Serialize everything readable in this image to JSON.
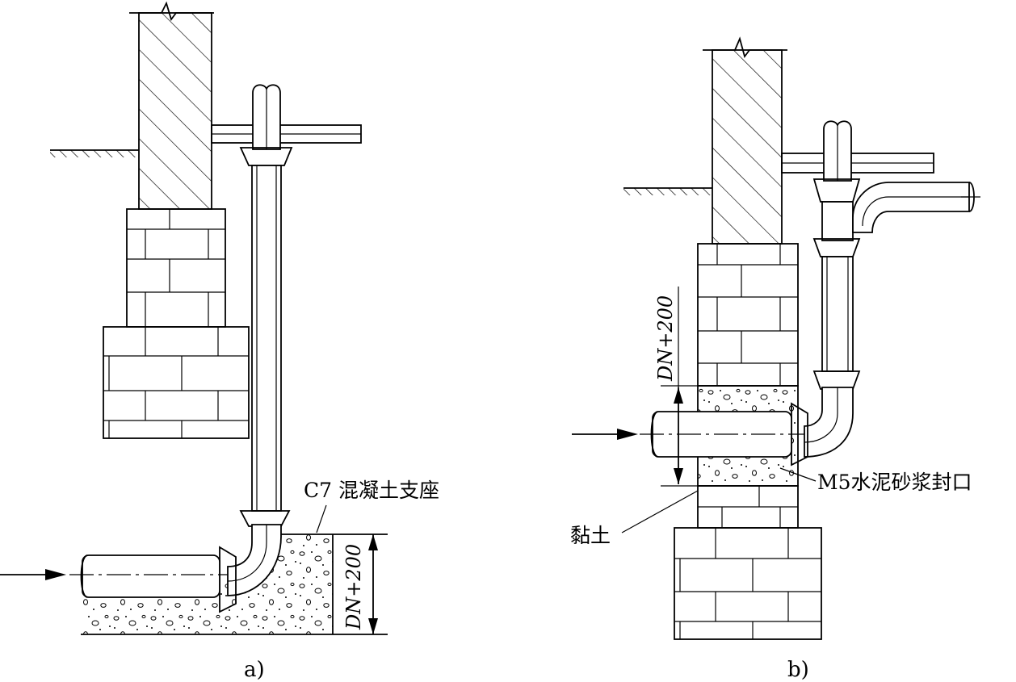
{
  "diagram_a": {
    "caption": "a)",
    "label_concrete_support": "C7 混凝土支座",
    "dimension": "DN+200"
  },
  "diagram_b": {
    "caption": "b)",
    "label_sealing": "M5水泥砂浆封口",
    "label_clay": "黏土",
    "dimension": "DN+200"
  }
}
